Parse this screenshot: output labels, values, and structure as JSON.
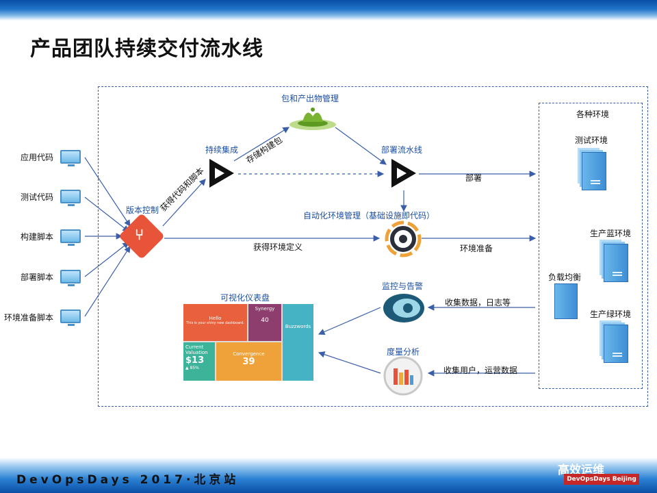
{
  "title": "产品团队持续交付流水线",
  "inputs": [
    "应用代码",
    "测试代码",
    "构建脚本",
    "部署脚本",
    "环境准备脚本"
  ],
  "nodes": {
    "version_control": "版本控制",
    "ci": "持续集成",
    "artifact_mgmt": "包和产出物管理",
    "deploy_pipeline": "部署流水线",
    "env_mgmt": "自动化环境管理（基础设施即代码）",
    "monitoring": "监控与告警",
    "metrics": "度量分析",
    "dashboard": "可视化仪表盘"
  },
  "edges": {
    "get_code": "获得代码和脚本",
    "store_build": "存储构建包",
    "deploy": "部署",
    "get_env_def": "获得环境定义",
    "env_prep": "环境准备",
    "collect_logs": "收集数据，日志等",
    "collect_ops": "收集用户，运营数据"
  },
  "environments": {
    "header": "各种环境",
    "test": "测试环境",
    "lb": "负载均衡",
    "blue": "生产蓝环境",
    "green": "生产绿环境"
  },
  "dashboard_tiles": {
    "t1_title": "Hello",
    "t1_sub": "This is your shiny new dashboard.",
    "t2_title": "Synergy",
    "t2_value": "40",
    "t3_title": "Buzzwords",
    "t4_title": "Current Valuation",
    "t4_value": "$13",
    "t4_sub": "▲ 85%",
    "t5_title": "Convergence",
    "t5_value": "39"
  },
  "footer": "DevOpsDays 2017·北京站",
  "watermark": "高效运维",
  "badge": "DevOpsDays Beijing",
  "colors": {
    "arrow": "#3a5fa8",
    "git": "#e8543a",
    "server": "#3d8ed6",
    "tile_red": "#e8603c",
    "tile_purple": "#8d3d6e",
    "tile_teal": "#45b3c4",
    "tile_green": "#3db39a",
    "tile_orange": "#f0a23a"
  }
}
